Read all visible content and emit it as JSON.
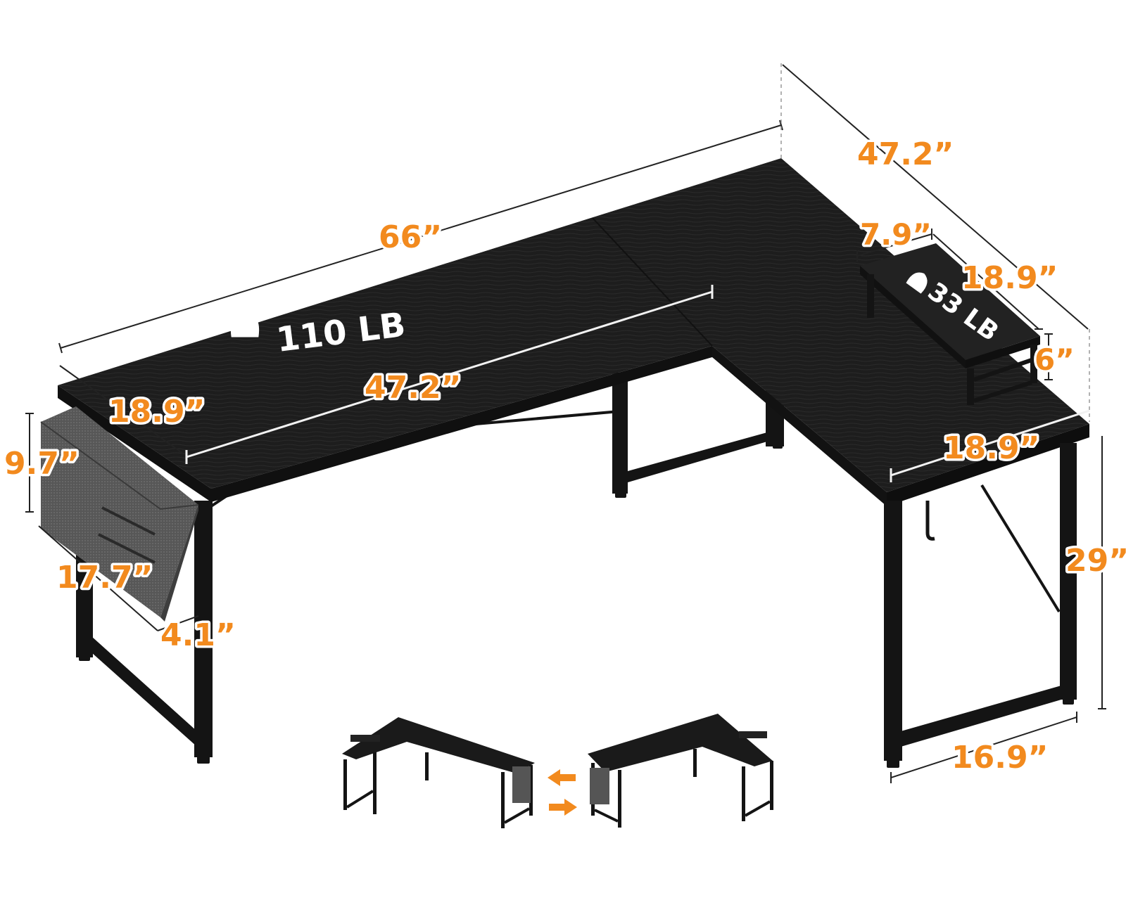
{
  "colors": {
    "accent": "#f28a1e",
    "desk": "#1c1c1c",
    "frame": "#141414",
    "bag": "#5a5a5a"
  },
  "dimensions": {
    "total_length": "66”",
    "return_length": "47.2”",
    "inner_length": "47.2”",
    "main_depth": "18.9”",
    "return_depth": "18.9”",
    "shelf_depth": "7.9”",
    "shelf_length": "18.9”",
    "shelf_height": "6”",
    "desk_height": "29”",
    "leg_width": "16.9”",
    "bag_height": "9.7”",
    "bag_length": "17.7”",
    "bag_width": "4.1”"
  },
  "loads": {
    "desk_capacity": "110 LB",
    "shelf_capacity": "33 LB"
  },
  "icons": {
    "weight": "weight-icon",
    "swap_left": "arrow-left-icon",
    "swap_right": "arrow-right-icon"
  }
}
